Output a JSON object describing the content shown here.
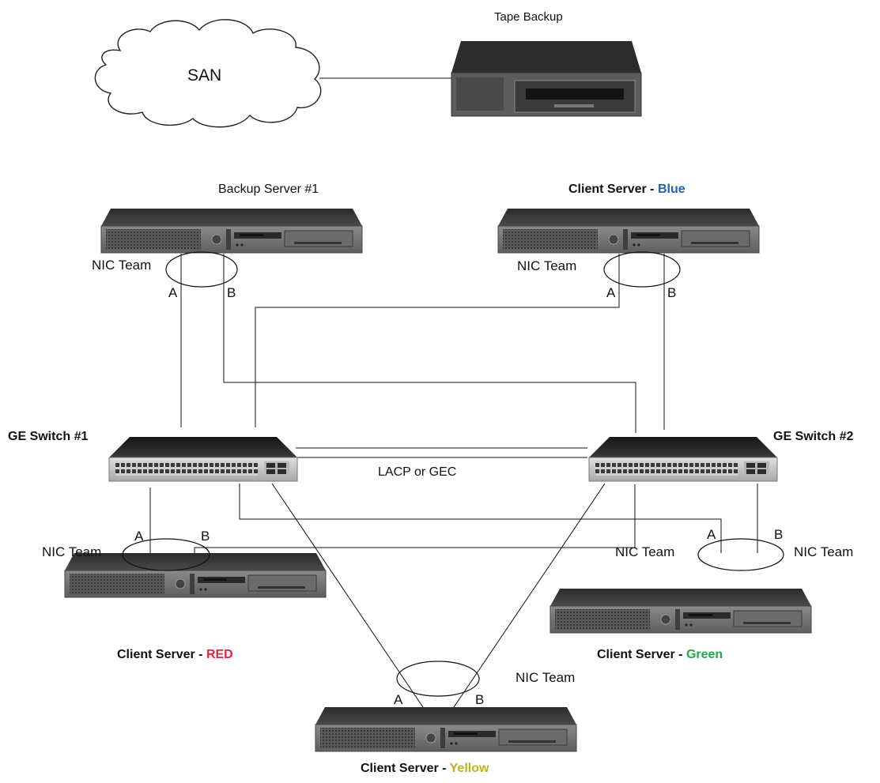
{
  "storage": {
    "san_label": "SAN",
    "tape_label": "Tape Backup"
  },
  "nodes": {
    "backup_server_1": {
      "title": "Backup Server #1"
    },
    "client_blue": {
      "title_prefix": "Client Server - ",
      "title_color_word": "Blue",
      "color": "#1f5fbf"
    },
    "client_red": {
      "title_prefix": "Client Server - ",
      "title_color_word": "RED",
      "color": "#e8223f"
    },
    "client_green": {
      "title_prefix": "Client Server - ",
      "title_color_word": "Green",
      "color": "#1faa4a"
    },
    "client_yellow": {
      "title_prefix": "Client Server - ",
      "title_color_word": "Yellow",
      "color": "#b8b81a"
    },
    "switch_1": {
      "title": "GE Switch #1"
    },
    "switch_2": {
      "title": "GE Switch #2"
    }
  },
  "link_labels": {
    "lacp": "LACP or GEC",
    "nic_team": "NIC Team",
    "port_a": "A",
    "port_b": "B"
  }
}
